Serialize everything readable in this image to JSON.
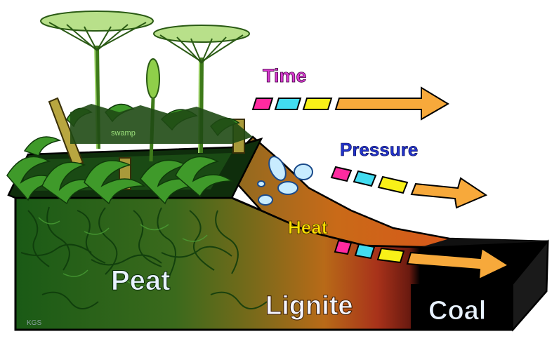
{
  "labels": {
    "swamp": "swamp",
    "time": "Time",
    "pressure": "Pressure",
    "heat": "Heat",
    "peat": "Peat",
    "lignite": "Lignite",
    "coal": "Coal",
    "credit": "KGS"
  },
  "colors": {
    "time": "#d93ad0",
    "pressure": "#2233cc",
    "heat": "#ffe100",
    "coal_text": "#e8f2ff",
    "peat_text": "#e8f2ff",
    "arrow_fill": "#f7a93b",
    "bar_magenta": "#ff2aa0",
    "bar_cyan": "#42dcf0",
    "bar_yellow": "#f8f018"
  },
  "stages": [
    "Peat",
    "Lignite",
    "Coal"
  ]
}
